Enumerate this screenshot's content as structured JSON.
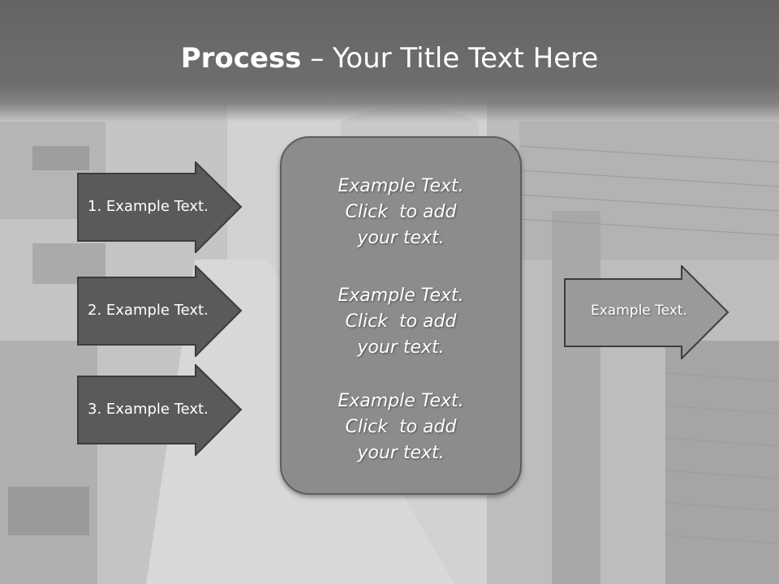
{
  "slide": {
    "title_bold": "Process",
    "title_rest": " – Your Title Text Here",
    "steps": [
      {
        "label": "1. Example Text."
      },
      {
        "label": "2. Example Text."
      },
      {
        "label": "3. Example Text."
      }
    ],
    "center_blocks": [
      {
        "line1": "Example Text.",
        "line2": "Click  to add",
        "line3": "your text."
      },
      {
        "line1": "Example Text.",
        "line2": "Click  to add",
        "line3": "your text."
      },
      {
        "line1": "Example Text.",
        "line2": "Click  to add",
        "line3": "your text."
      }
    ],
    "result": {
      "label": "Example Text."
    }
  },
  "colors": {
    "header": "#646464",
    "step_arrow_fill": "#5a5a5a",
    "center_box_fill": "#8c8c8c",
    "result_arrow_fill": "#9a9a9a",
    "outline": "#3c3c3c"
  }
}
